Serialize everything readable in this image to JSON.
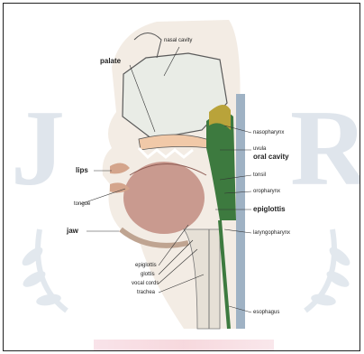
{
  "labels": {
    "nasal_cavity": "nasal cavity",
    "palate": "palate",
    "nasopharynx": "nasopharynx",
    "uvula": "uvula",
    "oral_cavity": "oral cavity",
    "lips": "lips",
    "tonsil": "tonsil",
    "tongue": "tongue",
    "oropharynx": "oropharynx",
    "epiglottis_right": "epiglottis",
    "jaw": "jaw",
    "laryngopharynx": "laryngopharynx",
    "epiglottis_lower": "epiglottis",
    "glottis": "glottis",
    "vocal_cords": "vocal cords",
    "trachea": "trachea",
    "esophagus": "esophagus"
  },
  "colors": {
    "watermark": "#dfe5ec",
    "tongue": "#c99a8f",
    "nasal": "#e9ece6",
    "pharynx": "#3d7a3f",
    "palate": "#f1c9a8"
  }
}
